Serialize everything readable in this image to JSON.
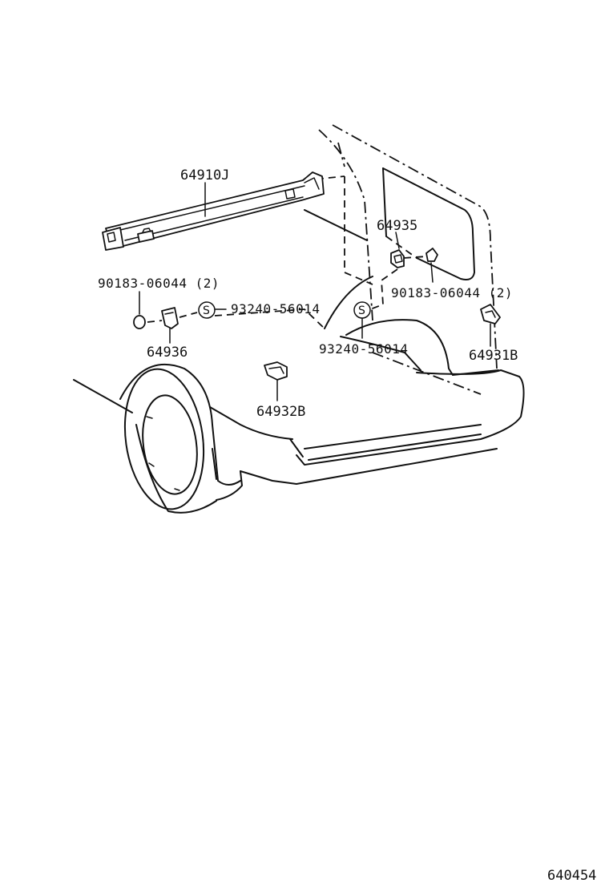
{
  "labels": {
    "rail": "64910J",
    "bracket_upper_right": "64935",
    "nut_left": "90183-06044 (2)",
    "nut_right": "90183-06044 (2)",
    "screw_left": "93240-56014",
    "screw_right": "93240-56014",
    "clip_left": "64936",
    "clip_center": "64932B",
    "clip_right": "64931B",
    "drawing_number": "640454"
  },
  "symbols": {
    "standard_part": "S"
  }
}
